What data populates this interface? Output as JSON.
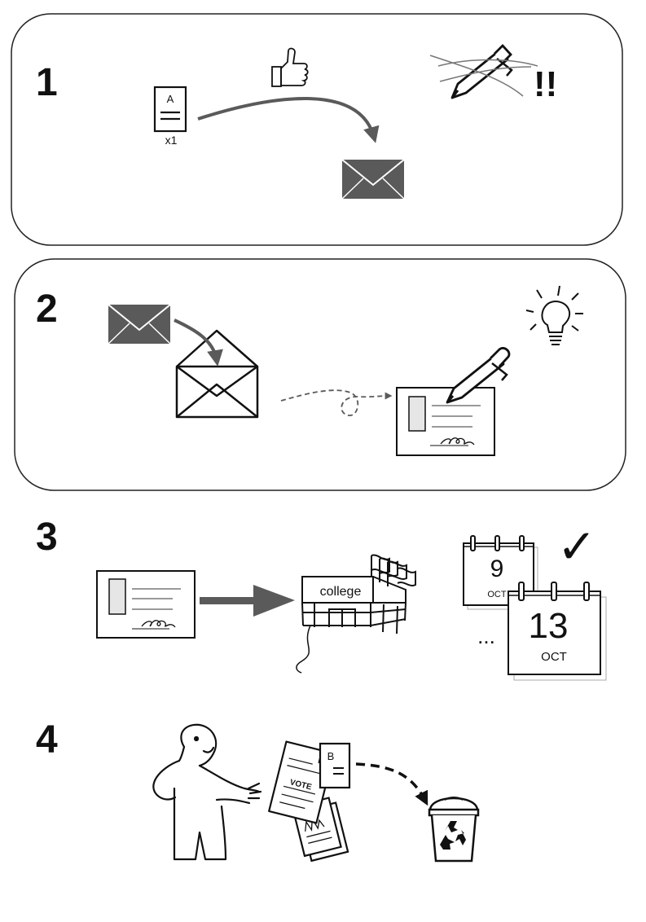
{
  "steps": [
    {
      "number": "1",
      "doc_letter": "A",
      "doc_count": "x1",
      "exclaim": "!!"
    },
    {
      "number": "2"
    },
    {
      "number": "3",
      "building_label": "college",
      "calendar_1": {
        "day": "9",
        "month": "OCT"
      },
      "calendar_2": {
        "day": "13",
        "month": "OCT"
      },
      "ellipsis": "...",
      "check": "✓"
    },
    {
      "number": "4",
      "doc_letter": "B",
      "ballot_label": "VOTE"
    }
  ],
  "colors": {
    "ink": "#111111",
    "grey": "#5a5a5a",
    "light": "#e6e6e6",
    "panel_border": "#222222"
  },
  "icons": [
    "document-icon",
    "thumbs-up-icon",
    "crossed-pen-icon",
    "envelope-icon",
    "open-envelope-icon",
    "lightbulb-icon",
    "signed-card-icon",
    "pen-icon",
    "college-building-icon",
    "calendar-icon",
    "checkmark-icon",
    "person-icon",
    "papers-icon",
    "recycle-bin-icon"
  ]
}
